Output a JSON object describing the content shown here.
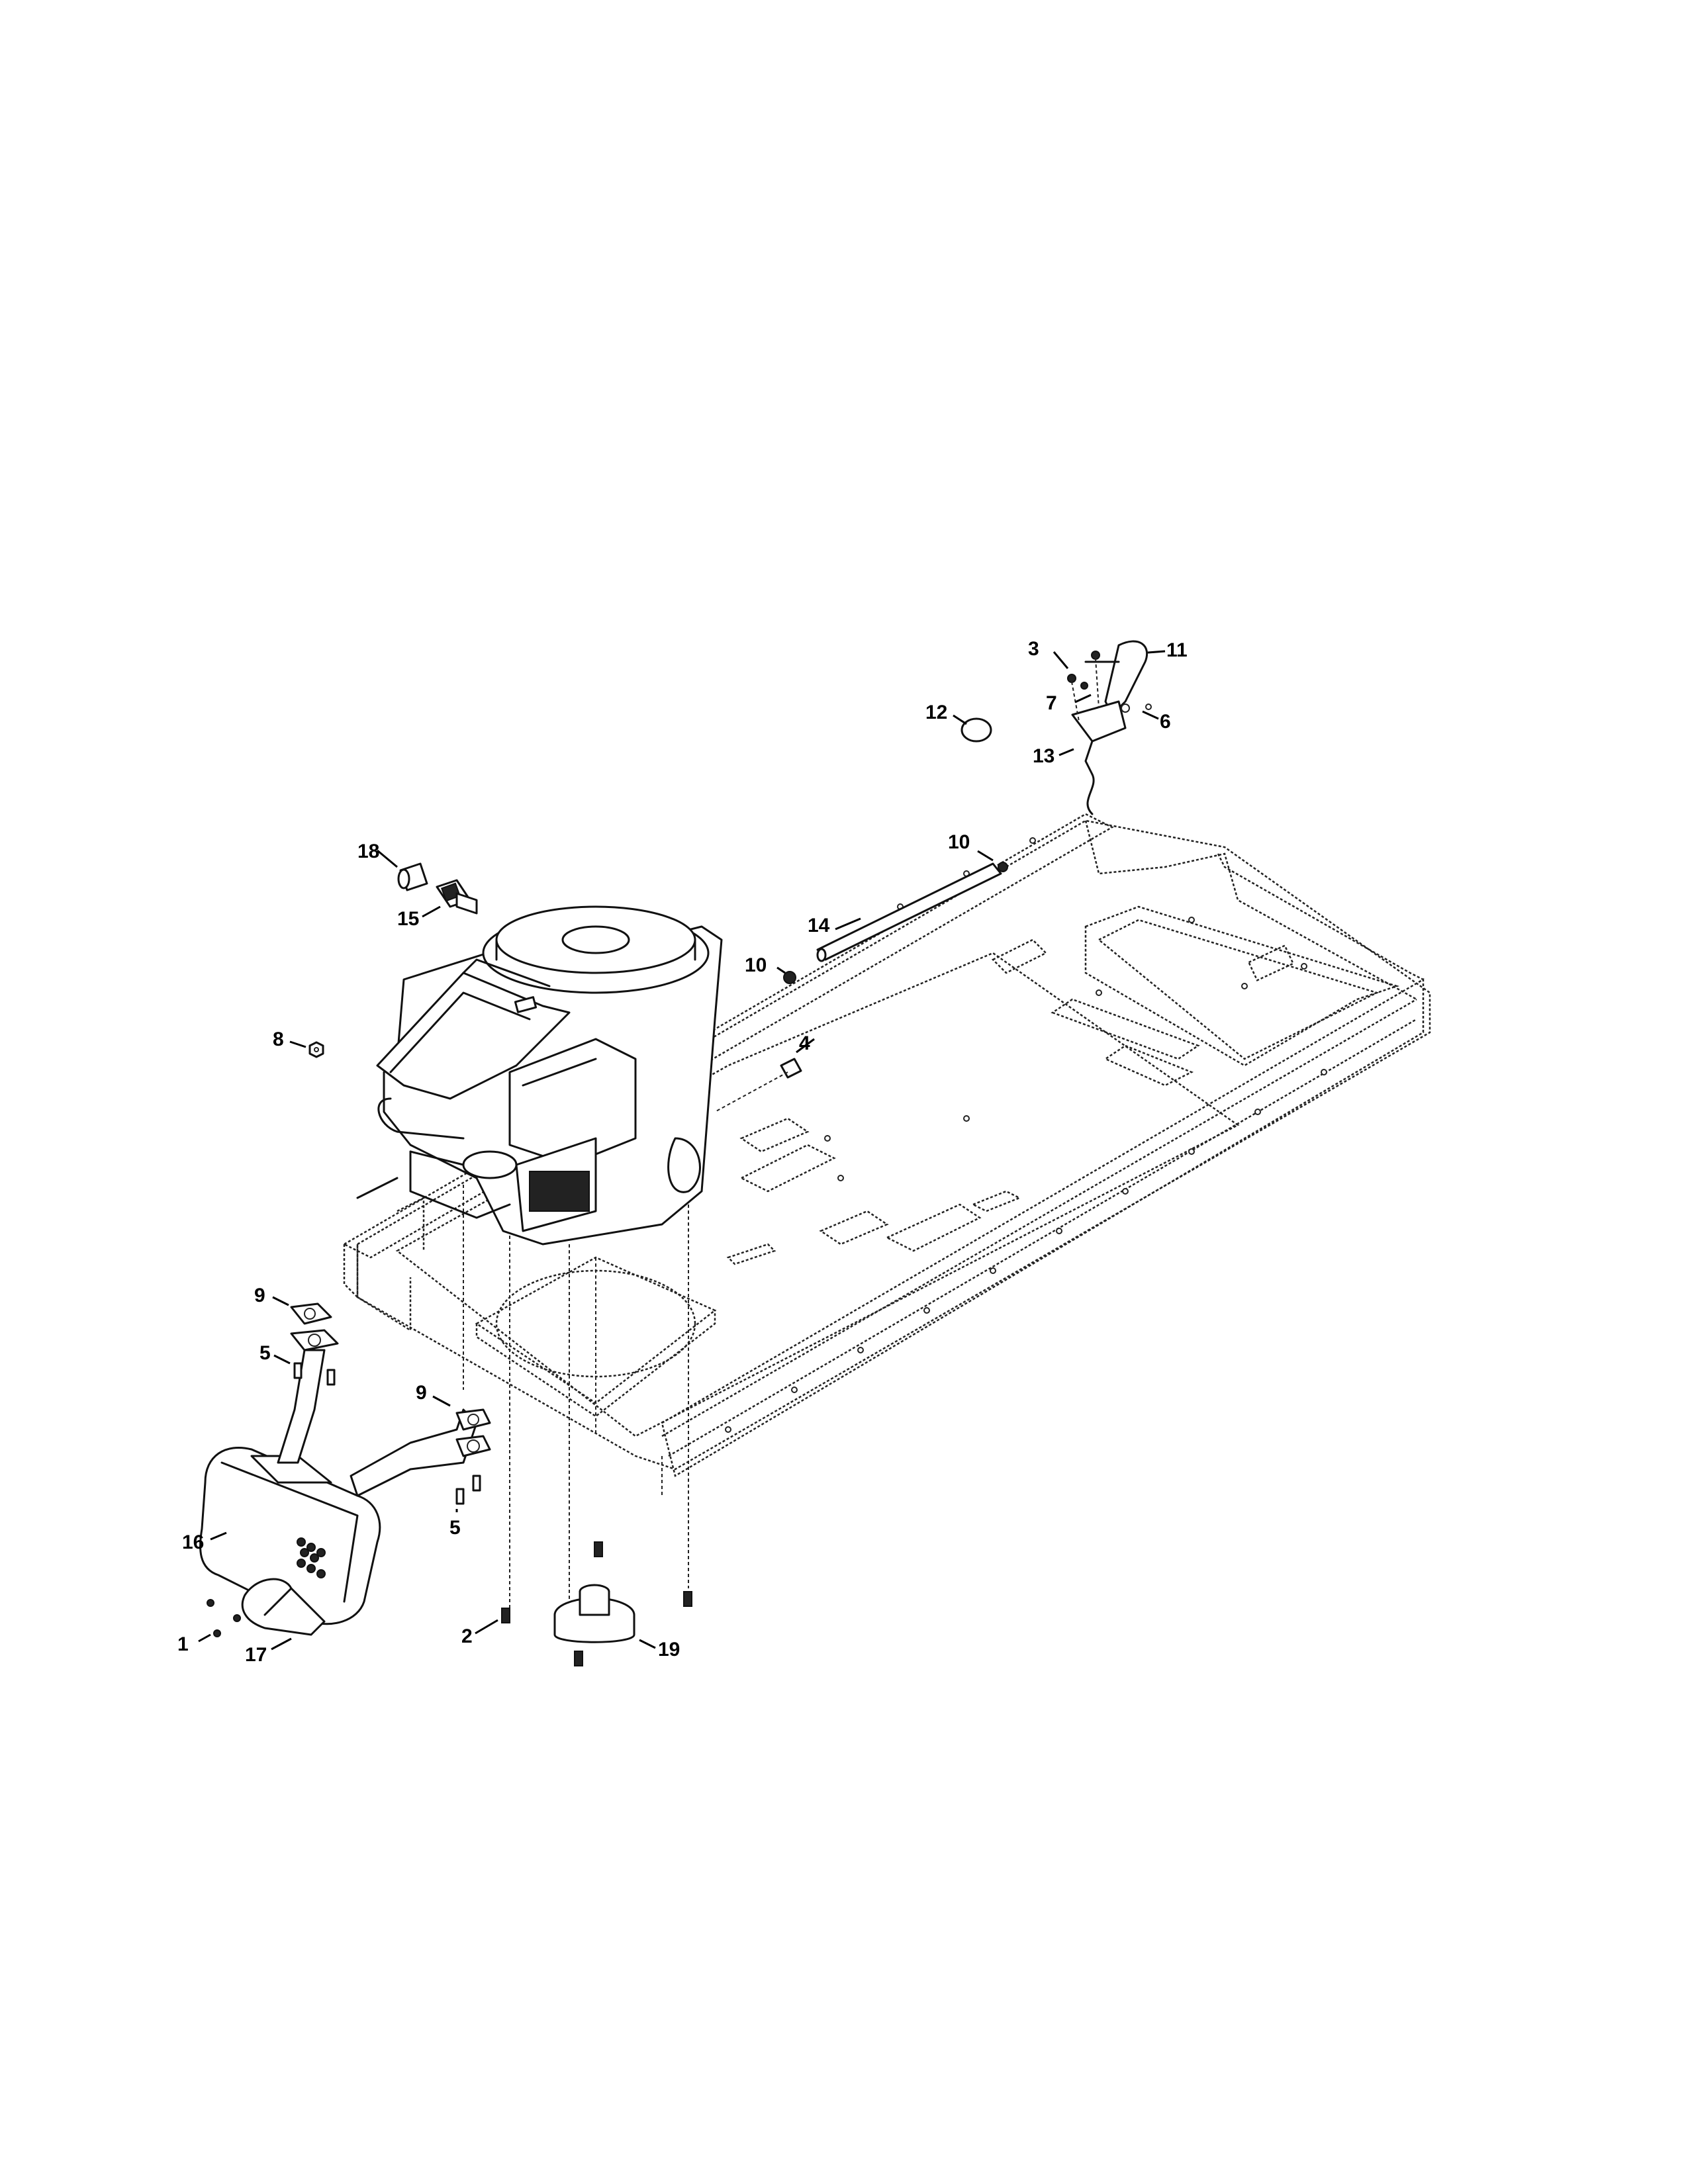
{
  "diagram": {
    "callouts": {
      "c1": "1",
      "c2": "2",
      "c3": "3",
      "c4": "4",
      "c5a": "5",
      "c5b": "5",
      "c6": "6",
      "c7": "7",
      "c8": "8",
      "c9a": "9",
      "c9b": "9",
      "c10a": "10",
      "c10b": "10",
      "c11": "11",
      "c12": "12",
      "c13": "13",
      "c14": "14",
      "c15": "15",
      "c16": "16",
      "c17": "17",
      "c18": "18",
      "c19": "19"
    }
  }
}
